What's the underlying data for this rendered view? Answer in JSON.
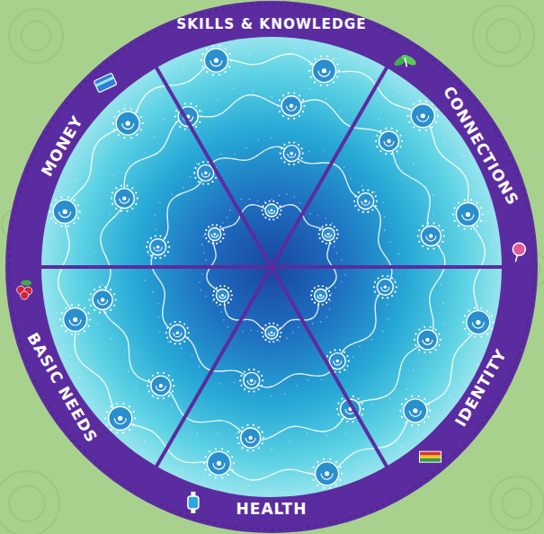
{
  "diagram": {
    "labels": [
      "SKILLS & KNOWLEDGE",
      "CONNECTIONS",
      "IDENTITY",
      "HEALTH",
      "BASIC NEEDS",
      "MONEY"
    ]
  }
}
